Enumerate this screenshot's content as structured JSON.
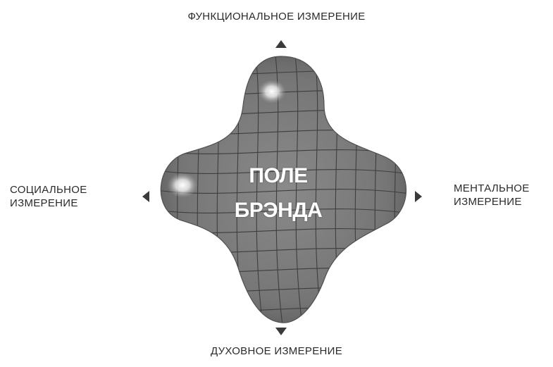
{
  "dimensions": {
    "top": "ФУНКЦИОНАЛЬНОЕ ИЗМЕРЕНИЕ",
    "bottom": "ДУХОВНОЕ ИЗМЕРЕНИЕ",
    "left": [
      "СОЦИАЛЬНОЕ",
      "ИЗМЕРЕНИЕ"
    ],
    "right": [
      "МЕНТАЛЬНОЕ",
      "ИЗМЕРЕНИЕ"
    ]
  },
  "center": [
    "ПОЛЕ",
    "БРЭНДА"
  ],
  "colors": {
    "shape_fill": "#7d7d7d",
    "grid_lines": "#3e3e3e",
    "text": "#2a2a2a"
  }
}
